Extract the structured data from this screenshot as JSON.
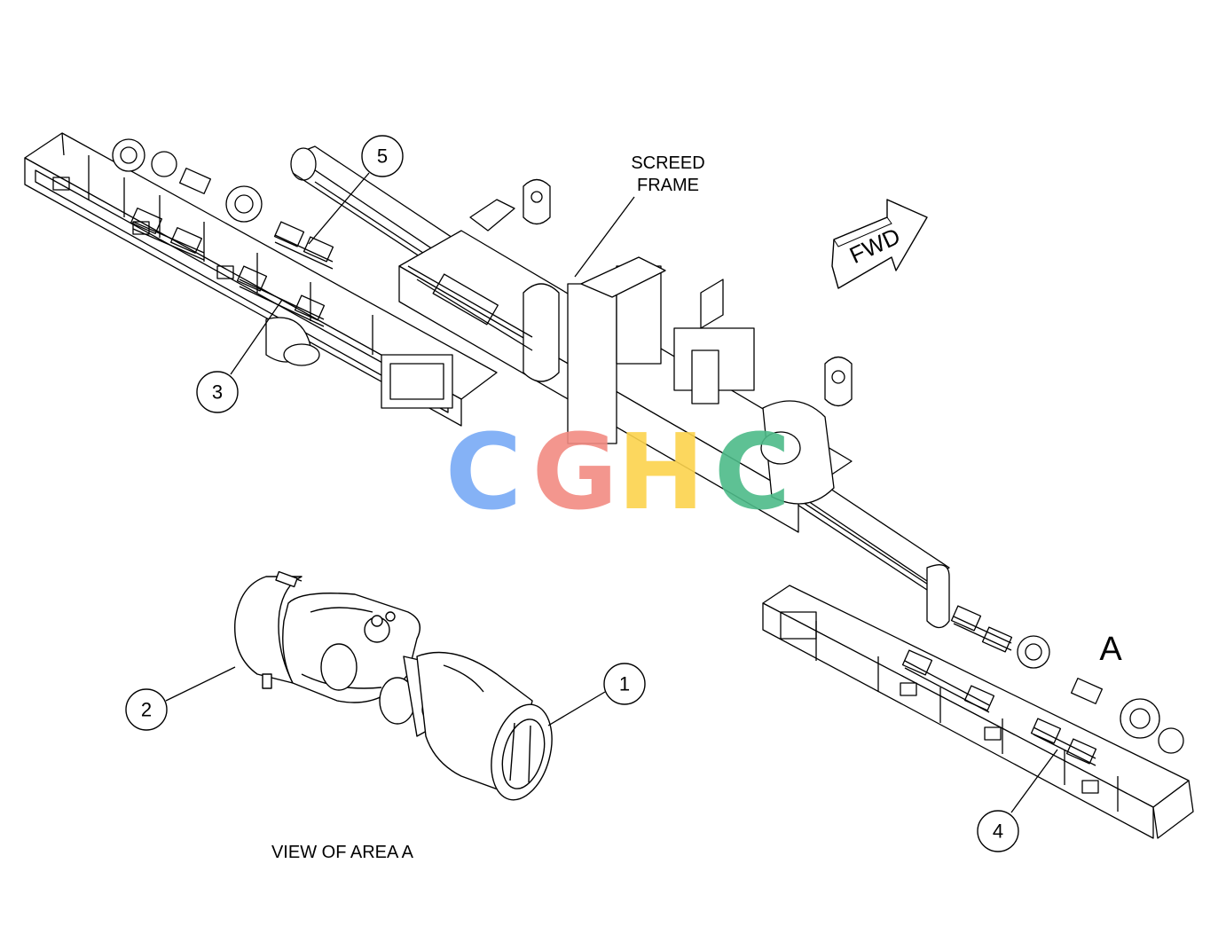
{
  "labels": {
    "screed_frame_line1": "SCREED",
    "screed_frame_line2": "FRAME",
    "fwd": "FWD",
    "area": "A",
    "view_caption": "VIEW OF AREA  A"
  },
  "callouts": [
    "1",
    "2",
    "3",
    "4",
    "5"
  ],
  "watermark": {
    "letters": [
      "C",
      "G",
      "H",
      "C"
    ],
    "colors": [
      "#78aaf6",
      "#f28b82",
      "#fcd34d",
      "#4dbb89"
    ]
  }
}
